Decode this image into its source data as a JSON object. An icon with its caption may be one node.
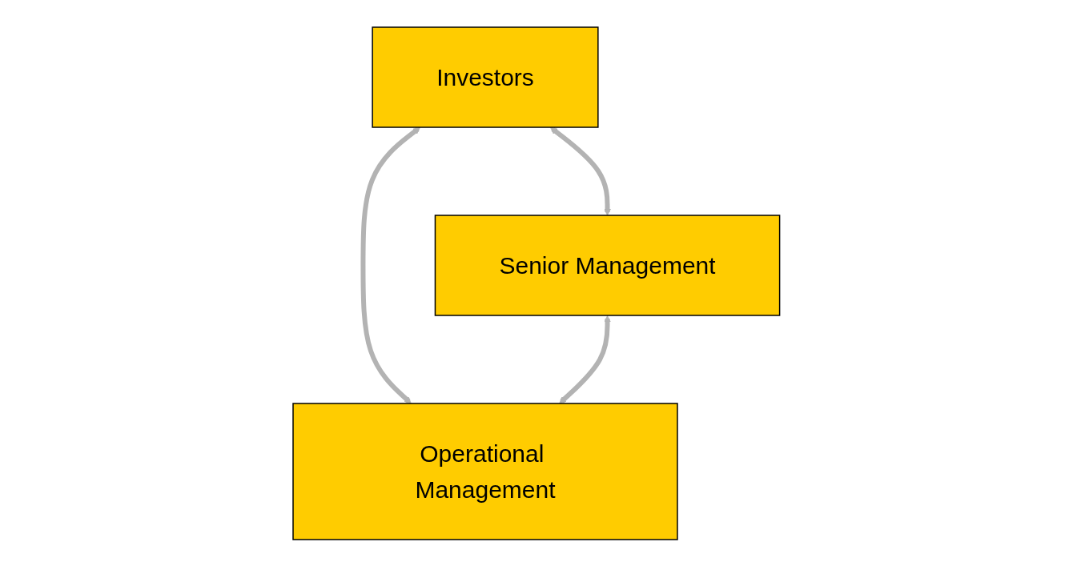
{
  "diagram": {
    "nodes": [
      {
        "text": [
          "Investors"
        ]
      },
      {
        "text": [
          "Senior Management"
        ]
      },
      {
        "text": [
          "Operational Management"
        ]
      }
    ],
    "edges": [
      {
        "from": 0,
        "to": 1,
        "arrow": "both"
      },
      {
        "from": 0,
        "to": 2,
        "arrow": "both"
      },
      {
        "from": 1,
        "to": 2,
        "arrow": "both"
      }
    ]
  }
}
